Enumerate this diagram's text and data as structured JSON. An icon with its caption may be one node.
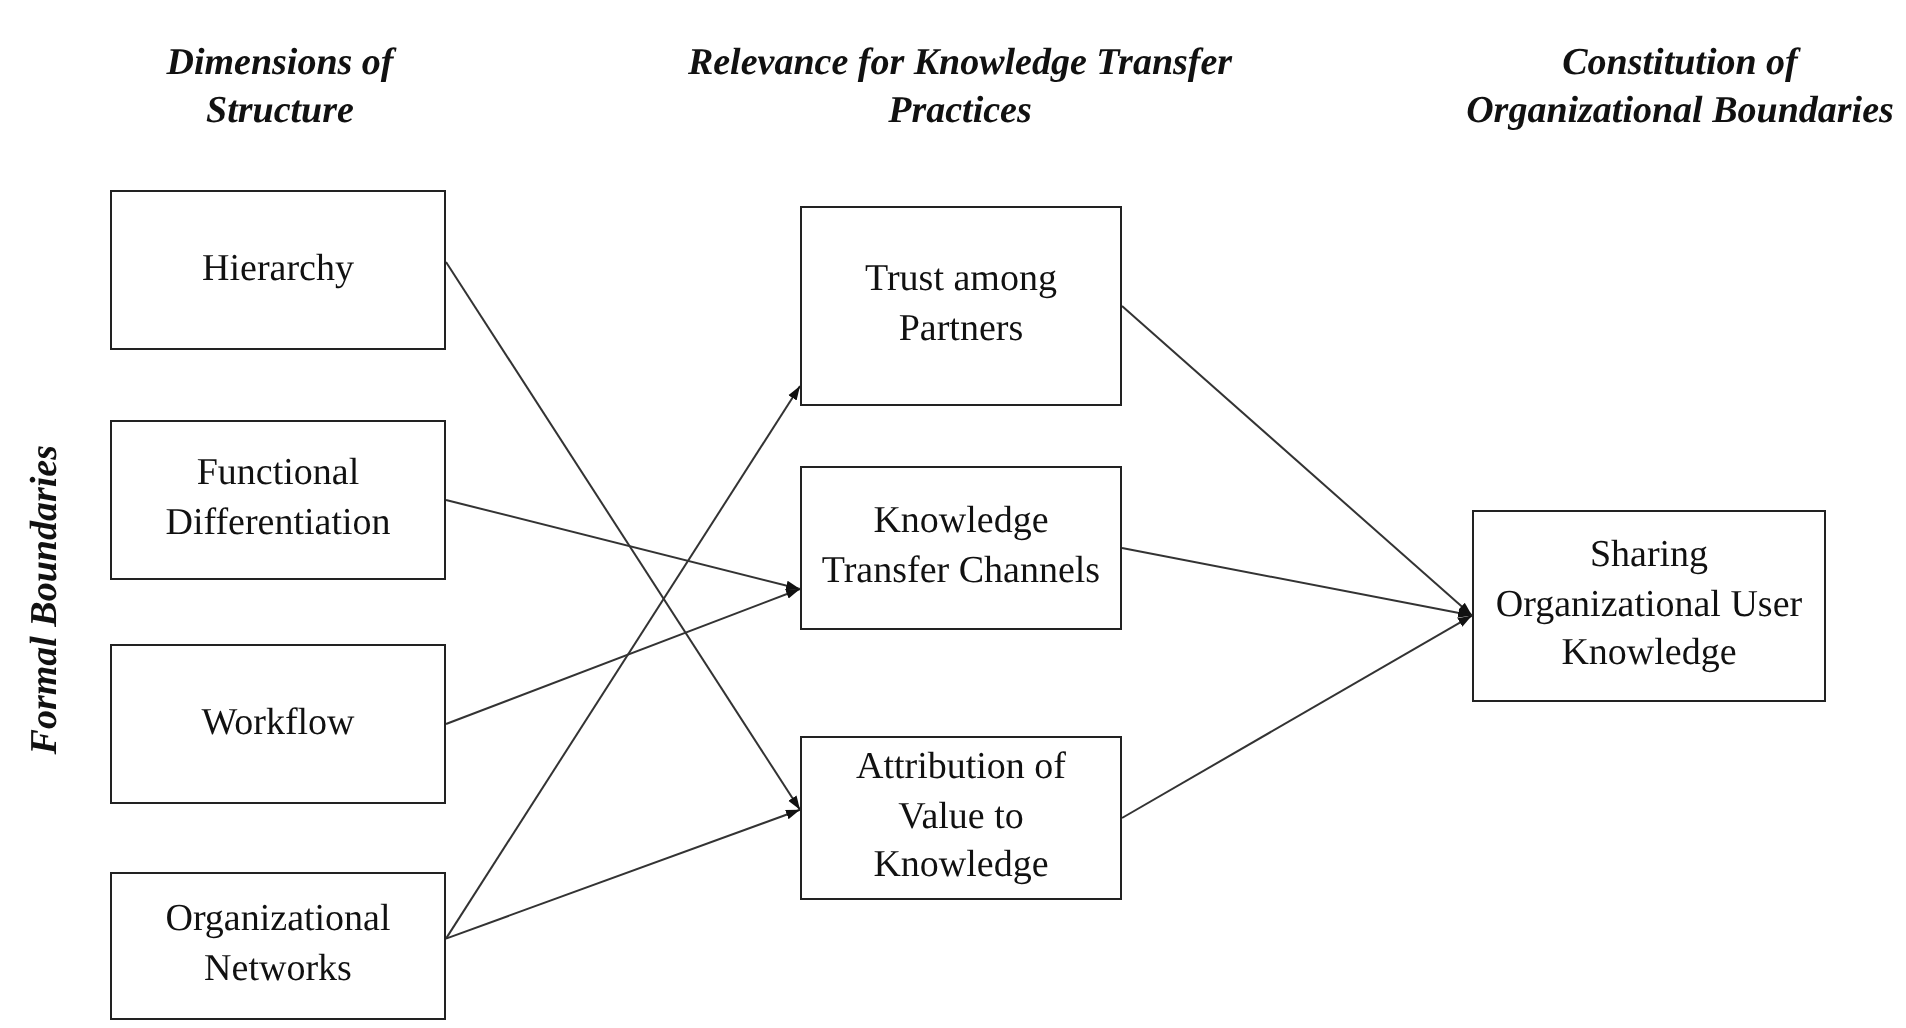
{
  "diagram": {
    "nodes": [
      {
        "text": [
          "Hierarchy"
        ]
      },
      {
        "text": [
          "Functional Differentiation"
        ]
      },
      {
        "text": [
          "Workflow"
        ]
      },
      {
        "text": [
          "Organizational Networks"
        ]
      },
      {
        "text": [
          "Trust among Partners"
        ]
      },
      {
        "text": [
          "Knowledge Transfer Channels"
        ]
      },
      {
        "text": [
          "Attribution of Value to Knowledge"
        ]
      },
      {
        "text": [
          "Sharing Organizational User Knowledge"
        ]
      }
    ],
    "edges": [
      {
        "from": 0,
        "to": 6,
        "arrow": "to"
      },
      {
        "from": 1,
        "to": 5,
        "arrow": "to"
      },
      {
        "from": 2,
        "to": 5,
        "arrow": "to"
      },
      {
        "from": 3,
        "to": 4,
        "arrow": "to"
      },
      {
        "from": 3,
        "to": 6,
        "arrow": "to"
      },
      {
        "from": 4,
        "to": 7,
        "arrow": "to"
      },
      {
        "from": 5,
        "to": 7,
        "arrow": "to"
      },
      {
        "from": 6,
        "to": 7,
        "arrow": "to"
      }
    ],
    "labels": [
      "Dimensions of Structure",
      "Relevance for Knowledge Transfer Practices",
      "Constitution of Organizational Boundaries",
      "Formal Boundaries"
    ]
  }
}
